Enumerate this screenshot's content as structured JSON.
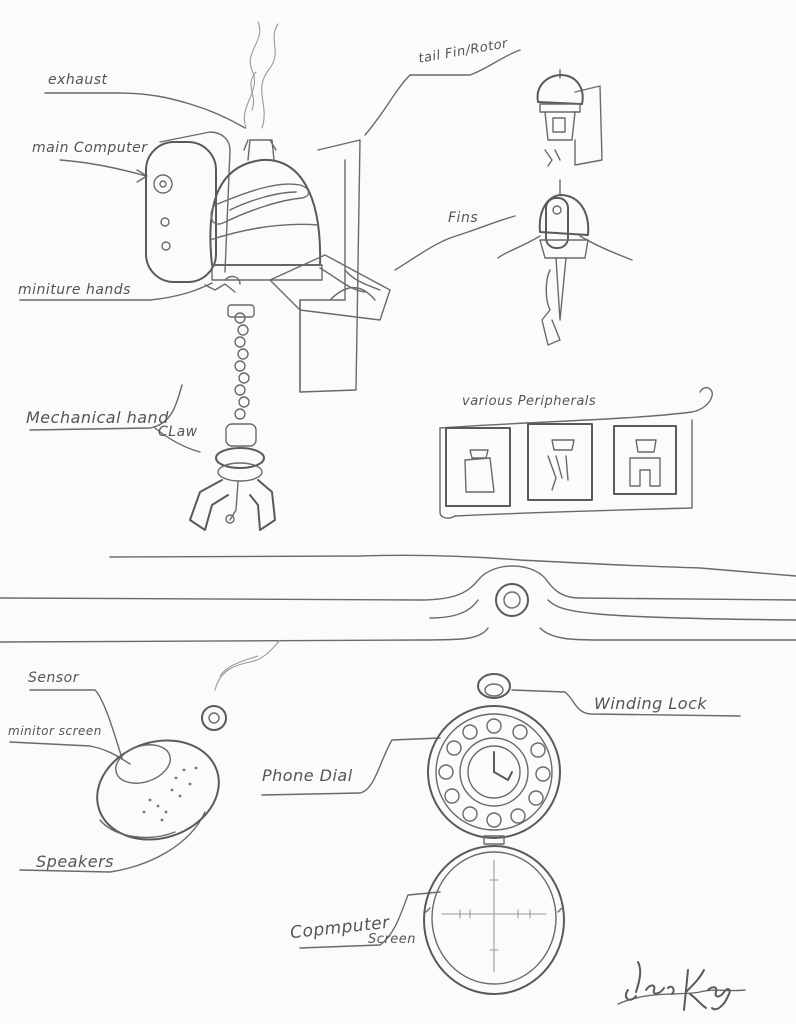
{
  "labels": {
    "exhaust": "exhaust",
    "main_computer": "main Computer",
    "tail_fin_rotor": "tail Fin/Rotor",
    "fins": "Fins",
    "miniture_hands": "miniture hands",
    "mechanical_hand": "Mechanical hand",
    "claw": "CLaw",
    "various_peripherals": "various Peripherals",
    "sensor": "Sensor",
    "minitor_screen": "minitor screen",
    "phone_dial": "Phone Dial",
    "winding_lock": "Winding Lock",
    "speakers": "Speakers",
    "copmputer": "Copmputer",
    "screen": "Screen"
  },
  "signature": "Jesse Koenig"
}
